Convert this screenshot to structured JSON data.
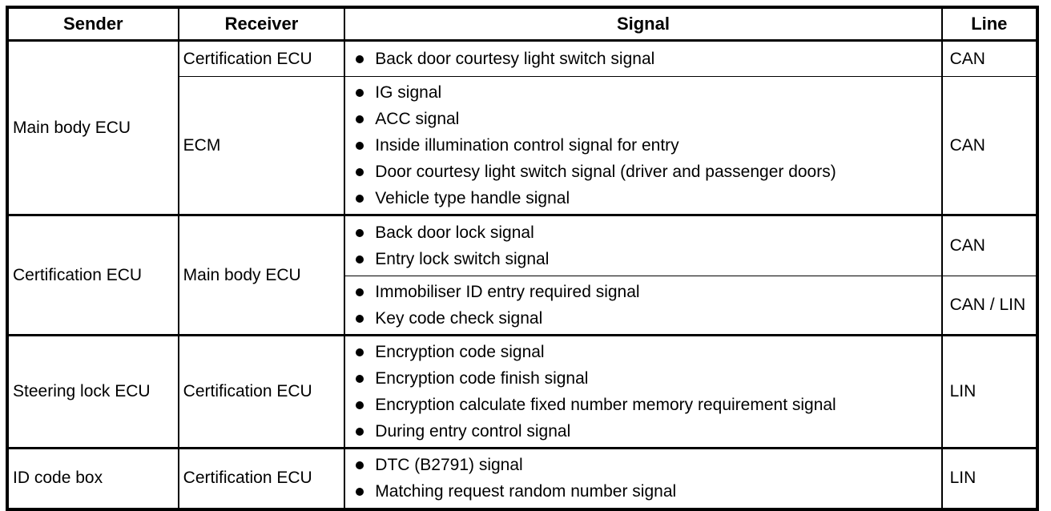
{
  "colors": {
    "background": "#ffffff",
    "border": "#000000",
    "text": "#000000"
  },
  "table": {
    "headers": {
      "sender": "Sender",
      "receiver": "Receiver",
      "signal": "Signal",
      "line": "Line"
    },
    "groups": [
      {
        "sender": "Main body ECU",
        "subrows": [
          {
            "receiver": "Certification ECU",
            "signals": [
              "Back door courtesy light switch signal"
            ],
            "line": "CAN"
          },
          {
            "receiver": "ECM",
            "signals": [
              "IG signal",
              "ACC signal",
              "Inside illumination control signal for entry",
              "Door courtesy light switch signal (driver and passenger doors)",
              "Vehicle type handle signal"
            ],
            "line": "CAN"
          }
        ]
      },
      {
        "sender": "Certification ECU",
        "receiver": "Main body ECU",
        "subrows": [
          {
            "signals": [
              "Back door lock signal",
              "Entry lock switch signal"
            ],
            "line": "CAN"
          },
          {
            "signals": [
              "Immobiliser ID entry required signal",
              "Key code check signal"
            ],
            "line": "CAN / LIN"
          }
        ]
      },
      {
        "sender": "Steering lock ECU",
        "receiver": "Certification ECU",
        "subrows": [
          {
            "signals": [
              "Encryption code signal",
              "Encryption code finish signal",
              "Encryption calculate fixed number memory requirement signal",
              "During entry control signal"
            ],
            "line": "LIN"
          }
        ]
      },
      {
        "sender": "ID code box",
        "receiver": "Certification ECU",
        "subrows": [
          {
            "signals": [
              "DTC (B2791) signal",
              "Matching request random number signal"
            ],
            "line": "LIN"
          }
        ]
      }
    ]
  }
}
